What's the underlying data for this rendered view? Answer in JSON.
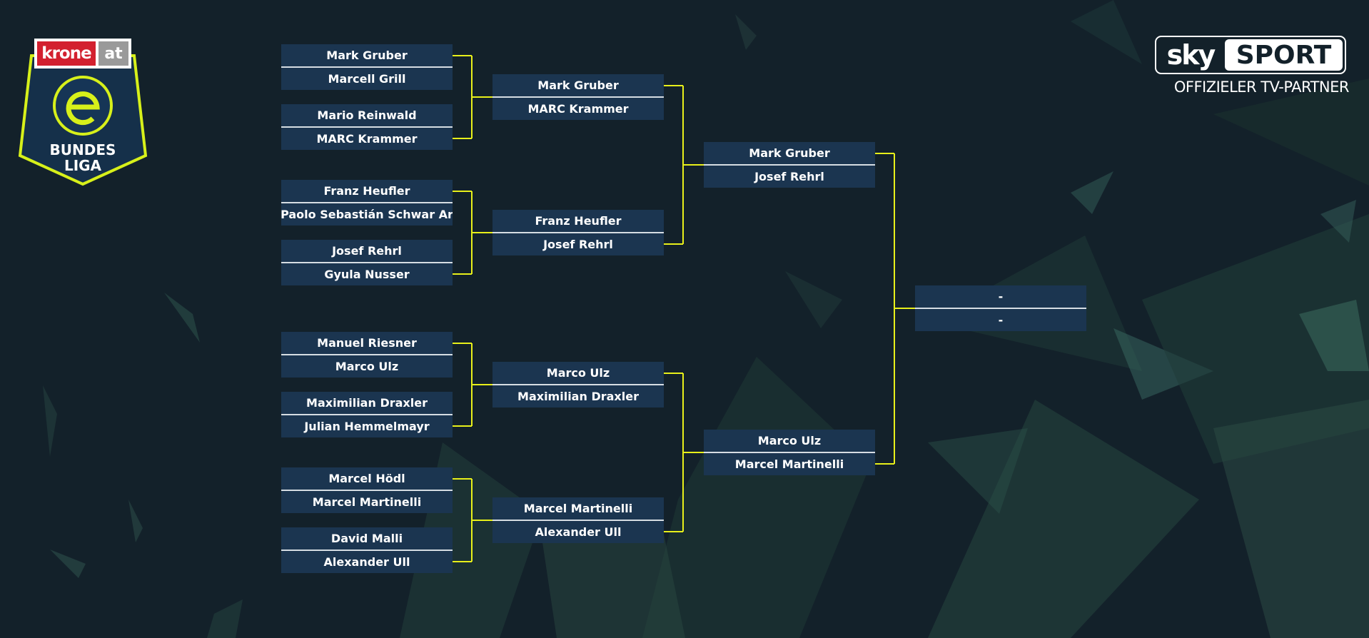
{
  "branding": {
    "krone_left": "krone",
    "krone_right": "at",
    "league_line1": "BUNDES",
    "league_line2": "LIGA",
    "sky_word": "sky",
    "sky_sport": "SPORT",
    "sky_tagline": "OFFIZIELER TV-PARTNER"
  },
  "colors": {
    "background": "#13212a",
    "slot": "#1b3550",
    "connector": "#e8f01a",
    "text": "#ffffff"
  },
  "round_of_16": [
    [
      "Mark Gruber",
      "Marcell Grill"
    ],
    [
      "Mario Reinwald",
      "MARC Krammer"
    ],
    [
      "Franz Heufler",
      "Paolo Sebastián Schwar Ar"
    ],
    [
      "Josef Rehrl",
      "Gyula Nusser"
    ],
    [
      "Manuel Riesner",
      "Marco Ulz"
    ],
    [
      "Maximilian Draxler",
      "Julian Hemmelmayr"
    ],
    [
      "Marcel Hödl",
      "Marcel Martinelli"
    ],
    [
      "David Malli",
      "Alexander Ull"
    ]
  ],
  "quarterfinals": [
    [
      "Mark Gruber",
      "MARC Krammer"
    ],
    [
      "Franz Heufler",
      "Josef Rehrl"
    ],
    [
      "Marco Ulz",
      "Maximilian Draxler"
    ],
    [
      "Marcel Martinelli",
      "Alexander Ull"
    ]
  ],
  "semifinals": [
    [
      "Mark Gruber",
      "Josef Rehrl"
    ],
    [
      "Marco Ulz",
      "Marcel Martinelli"
    ]
  ],
  "final": [
    [
      "-",
      "-"
    ]
  ]
}
